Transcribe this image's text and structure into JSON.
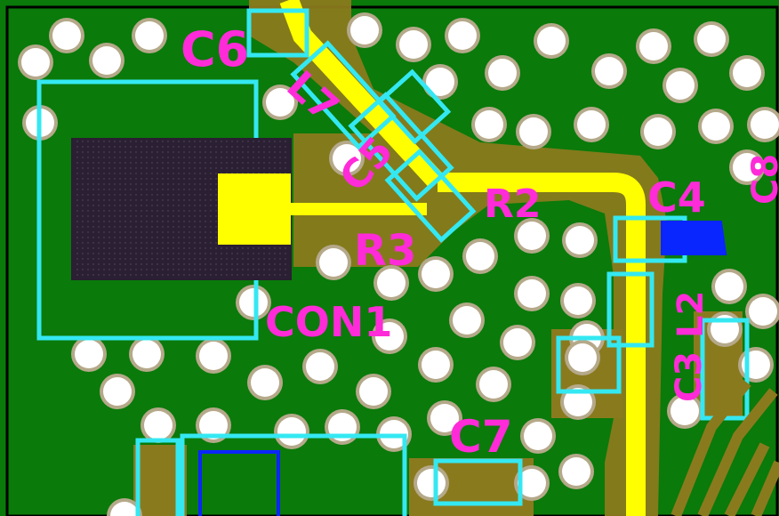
{
  "board": {
    "colors": {
      "border": "#000000",
      "copper_pour": "#0a7a0a",
      "copper_dark": "#8a7a1e",
      "via": "#ffffff",
      "via_ring": "#b5a98a",
      "silkscreen": "#34e8f2",
      "trace": "#ffff00",
      "label": "#ff2bd8",
      "connector_body": "#2a1f33",
      "blue": "#0a26ff"
    },
    "labels": {
      "c6": "C6",
      "c7": "C7",
      "c5": "C5",
      "c4": "C4",
      "c3": "C3",
      "r3": "R3",
      "r2": "R2",
      "l7": "L7",
      "l2": "L2",
      "con1": "CON1",
      "c8": "C8"
    }
  }
}
